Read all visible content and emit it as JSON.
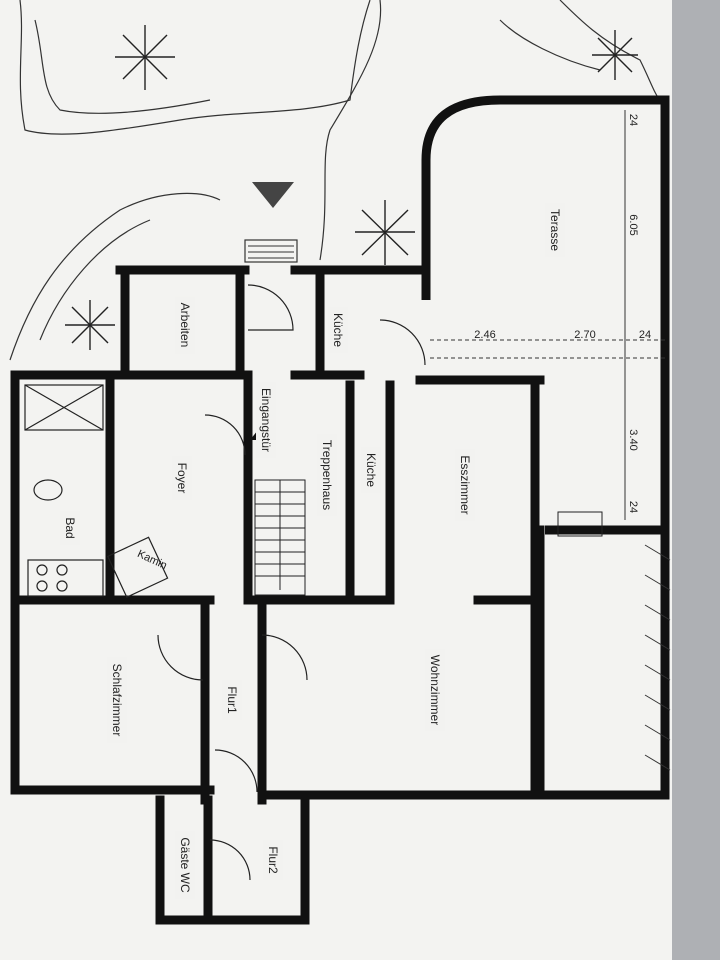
{
  "rooms": {
    "terasse": "Terasse",
    "arbeiten": "Arbeiten",
    "kueche_top": "Küche",
    "eingangstuer": "Eingangstür",
    "treppenhaus": "Treppenhaus",
    "kueche": "Küche",
    "esszimmer": "Esszimmer",
    "foyer": "Foyer",
    "bad": "Bad",
    "kamin": "Kamin",
    "schlafzimmer": "Schlafzimmer",
    "flur1": "Flur1",
    "wohnzimmer": "Wohnzimmer",
    "gaeste_wc": "Gäste WC",
    "flur2": "Flur2"
  },
  "dimensions": {
    "d605": "6.05",
    "d246": "2.46",
    "d270": "2.70",
    "d24a": "24",
    "d340": "3.40",
    "d24b": "24",
    "d24c": "24"
  }
}
